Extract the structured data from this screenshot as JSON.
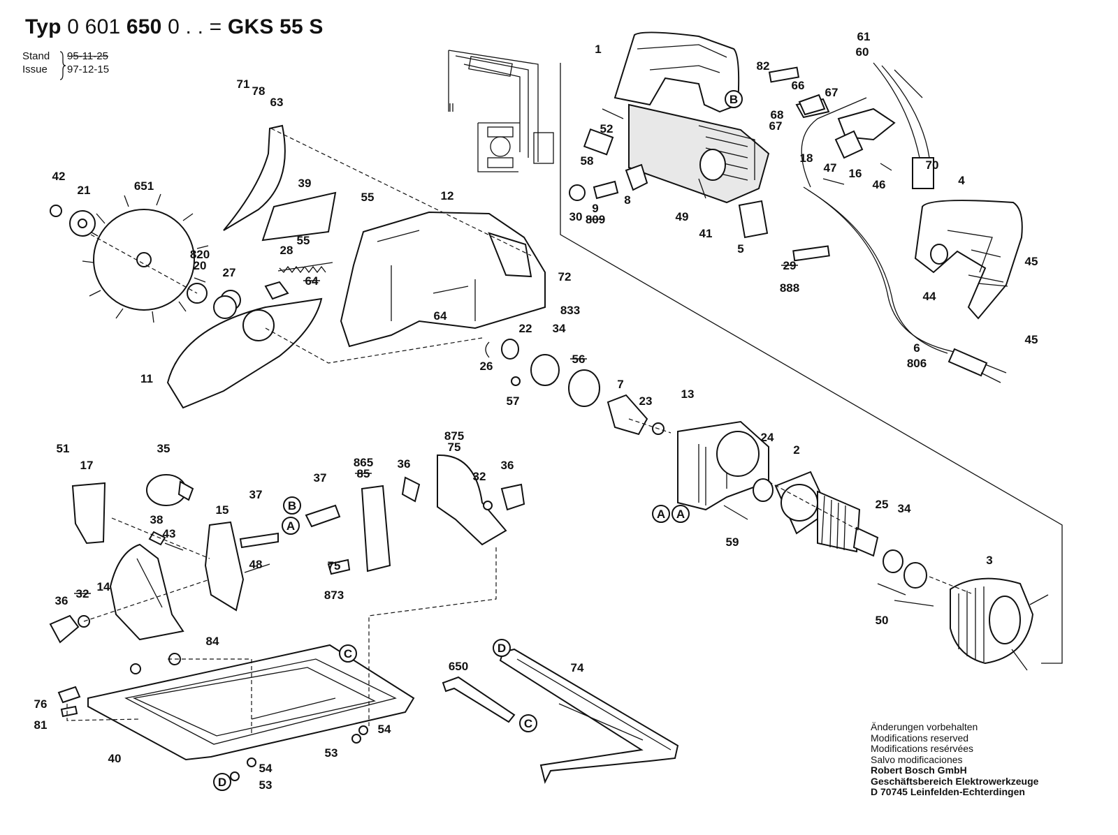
{
  "header": {
    "title_prefix": "Typ",
    "title_code_a": "0 601",
    "title_code_b": "650",
    "title_code_c": "0 . . =",
    "title_model": "GKS 55 S",
    "stand_label": "Stand",
    "stand_date": "95-11-25",
    "issue_label": "Issue",
    "issue_date": "97-12-15"
  },
  "footer": {
    "lines": [
      "Änderungen vorbehalten",
      "Modifications reserved",
      "Modifications resérvées",
      "Salvo modificaciones"
    ],
    "company_lines": [
      "Robert Bosch GmbH",
      "Geschäftsbereich Elektrowerkzeuge",
      "D 70745 Leinfelden-Echterdingen"
    ]
  },
  "part_labels": [
    "1",
    "82",
    "61",
    "60",
    "66",
    "67",
    "68",
    "67",
    "52",
    "18",
    "47",
    "16",
    "46",
    "70",
    "58",
    "30",
    "9",
    "809",
    "8",
    "49",
    "41",
    "5",
    "29",
    "888",
    "4",
    "45",
    "44",
    "45",
    "6",
    "806",
    "71",
    "78",
    "63",
    "42",
    "21",
    "651",
    "39",
    "55",
    "12",
    "55",
    "820",
    "20",
    "27",
    "28",
    "64",
    "72",
    "833",
    "34",
    "56",
    "22",
    "26",
    "57",
    "7",
    "23",
    "13",
    "24",
    "2",
    "11",
    "64",
    "25",
    "34",
    "3",
    "59",
    "50",
    "51",
    "17",
    "35",
    "865",
    "85",
    "36",
    "875",
    "75",
    "32",
    "36",
    "37",
    "38",
    "43",
    "15",
    "37",
    "48",
    "36",
    "32",
    "14",
    "84",
    "75",
    "873",
    "650",
    "74",
    "76",
    "81",
    "40",
    "53",
    "54",
    "54",
    "53"
  ],
  "struck_labels": [
    "9",
    "29",
    "34",
    "85",
    "75",
    "20"
  ],
  "reference_markers": [
    "B",
    "A",
    "B",
    "A",
    "A",
    "C",
    "C",
    "D",
    "D"
  ]
}
